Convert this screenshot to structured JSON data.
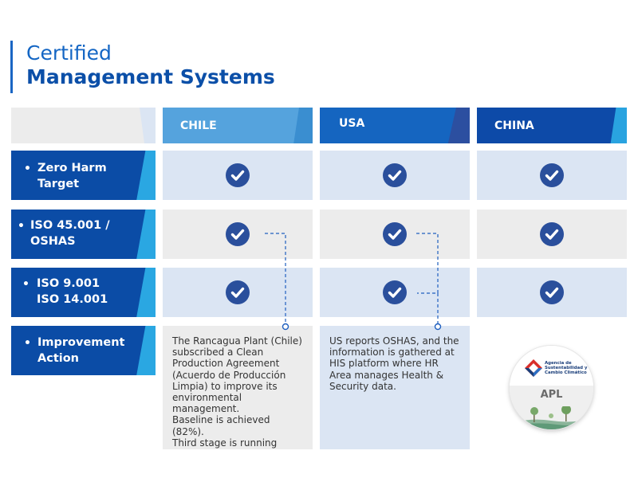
{
  "header": {
    "title_line1": "Certified",
    "title_line2": "Management Systems"
  },
  "columns": [
    {
      "label": "CHILE"
    },
    {
      "label": "USA"
    },
    {
      "label": "CHINA"
    }
  ],
  "rows": [
    {
      "line1": "Zero Harm",
      "line2": "Target"
    },
    {
      "line1": "ISO 45.001 /",
      "line2": "OSHAS"
    },
    {
      "line1": "ISO 9.001",
      "line2": "ISO 14.001"
    },
    {
      "line1": "Improvement",
      "line2": "Action"
    }
  ],
  "bullet": "•",
  "improvement": {
    "chile_text": "The Rancagua Plant (Chile) subscribed a Clean Production Agreement (Acuerdo de Producción Limpia) to improve its environmental management.",
    "chile_text2": "Baseline is achieved (82%).",
    "chile_text3": "Third stage is running",
    "usa_text": "US reports OSHAS, and the information is gathered at HIS platform where HR Area manages Health & Security data."
  },
  "badge": {
    "agency_line1": "Agencia de",
    "agency_line2": "Sustentabilidad y",
    "agency_line3": "Cambio Climático",
    "logo": "APL"
  },
  "colors": {
    "navy": "#0b4ca6",
    "blue": "#1565c0",
    "light_blue": "#55a3dd",
    "cyan": "#2aa7e2",
    "cell_blue": "#dbe5f3",
    "cell_gray": "#ececec",
    "check": "#2a4f9c"
  },
  "icons": {
    "check": "check-circle-icon",
    "badge": "apl-badge-icon"
  }
}
